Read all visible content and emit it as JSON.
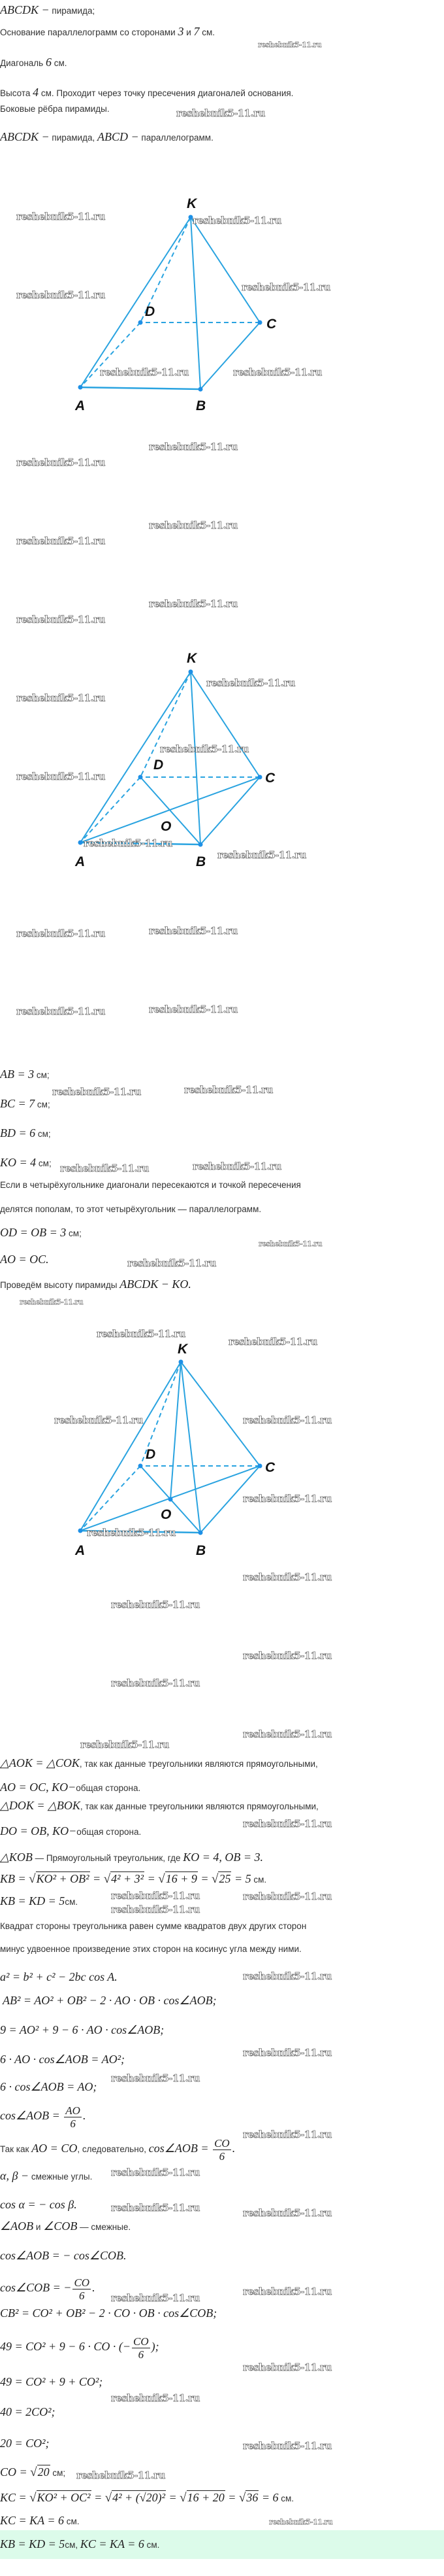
{
  "watermark": "reshebnik5-11.ru",
  "given": [
    [
      "ABCDK −",
      " пирамида;"
    ],
    [
      "Основание параллелограмм со сторонами ",
      "3",
      " и ",
      "7",
      " см."
    ],
    [
      "Диагональ ",
      "6",
      " см."
    ],
    [
      "Высота ",
      "4",
      " см. Проходит через точку пресечения диагоналей основания."
    ],
    [
      "Боковые рёбра пирамиды."
    ],
    [
      "ABCDK −",
      " пирамида, ",
      "ABCD −",
      " параллелограмм."
    ]
  ],
  "diagram_labels": {
    "K": "K",
    "D": "D",
    "C": "C",
    "A": "A",
    "B": "B",
    "O": "O"
  },
  "solution1": [
    [
      "AB = 3",
      " см;"
    ],
    [
      "BC = 7",
      " см;"
    ],
    [
      "BD = 6",
      " см;"
    ],
    [
      "KO = 4",
      " см;"
    ],
    [
      "Если в четырёхугольнике диагонали пересекаются и точкой пересечения"
    ],
    [
      "делятся пополам, то этот четырёхугольник — параллелограмм."
    ],
    [
      "OD = OB = 3",
      " см;"
    ],
    [
      "AO = OC."
    ],
    [
      "Проведём высоту пирамиды ",
      "ABCDK − KO."
    ]
  ],
  "solution2": [
    [
      "△AOK = △COK",
      ", так как данные треугольники являются прямоугольными,"
    ],
    [
      "AO = OC, KO−",
      "общая сторона."
    ],
    [
      "△DOK = △BOK",
      ", так как данные треугольники являются прямоугольными,"
    ],
    [
      "DO = OB, KO−",
      "общая сторона."
    ],
    [
      "△KOB",
      " — Прямоугольный треугольник, где ",
      "KO = 4,  OB = 3."
    ],
    [
      "KB = ",
      "KO² + OB²",
      " = ",
      "4² + 3²",
      " = ",
      "16 + 9",
      " = ",
      "25",
      " = 5",
      " см."
    ],
    [
      "KB = KD = 5",
      "см."
    ],
    [
      "Квадрат стороны треугольника равен сумме квадратов двух других сторон"
    ],
    [
      "минус удвоенное произведение этих сторон на косинус угла между ними."
    ],
    [
      "a² = b² + c² − 2bc cos A."
    ],
    [
      "AB² = AO² + OB² − 2 · AO · OB · cos∠AOB;"
    ],
    [
      "9 = AO² + 9 − 6 · AO · cos∠AOB;"
    ],
    [
      "6 · AO · cos∠AOB = AO²;"
    ],
    [
      "6 · cos∠AOB = AO;"
    ],
    [
      "cos∠AOB = ",
      "AO",
      "6",
      "."
    ],
    [
      "Так как ",
      "AO = CO",
      ", следовательно, ",
      "cos∠AOB = ",
      "CO",
      "6",
      "."
    ],
    [
      "α,  β −",
      " смежные углы."
    ],
    [
      "cos α = − cos β."
    ],
    [
      "∠AOB",
      " и ",
      "∠COB",
      " — смежные."
    ],
    [
      "cos∠AOB = − cos∠COB."
    ],
    [
      "cos∠COB = −",
      "CO",
      "6",
      "."
    ],
    [
      "CB² = CO² + OB² − 2 · CO · OB · cos∠COB;"
    ],
    [
      "49 = CO² + 9 − 6 · CO · (−",
      "CO",
      "6",
      ");"
    ],
    [
      "49 = CO² + 9 + CO²;"
    ],
    [
      "40 = 2CO²;"
    ],
    [
      "20 = CO²;"
    ],
    [
      "CO = ",
      "20",
      " см;"
    ],
    [
      "KC = ",
      "KO² + OC²",
      " = ",
      "4² + (√20)²",
      " = ",
      "16 + 20",
      " = ",
      "36",
      " = 6",
      " см."
    ],
    [
      "KC = KA = 6",
      " см."
    ]
  ],
  "answer": [
    "KB = KD = 5",
    "см, ",
    "KC = KA = 6",
    " см."
  ],
  "colors": {
    "edge": "#29a3e0",
    "answer_bg": "#dcfbea"
  }
}
